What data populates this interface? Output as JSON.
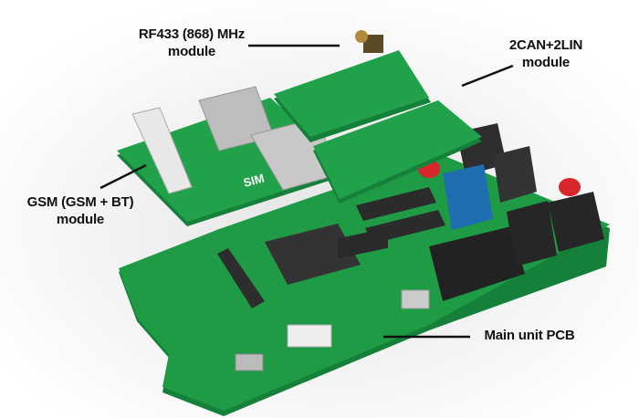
{
  "labels": {
    "rf": {
      "line1": "RF433 (868) MHz",
      "line2": "module"
    },
    "can": {
      "line1": "2CAN+2LIN",
      "line2": "module"
    },
    "gsm": {
      "line1": "GSM (GSM + BT)",
      "line2": "module"
    },
    "main": {
      "line1": "Main unit PCB"
    }
  },
  "board_marks": {
    "sim": "SIM"
  },
  "colors": {
    "pcb": "#1f9a45",
    "pcb_dark": "#15803a",
    "connector": "#2a2a2a",
    "relay_blue": "#1f6fb0",
    "shield": "#b9b9b9"
  }
}
